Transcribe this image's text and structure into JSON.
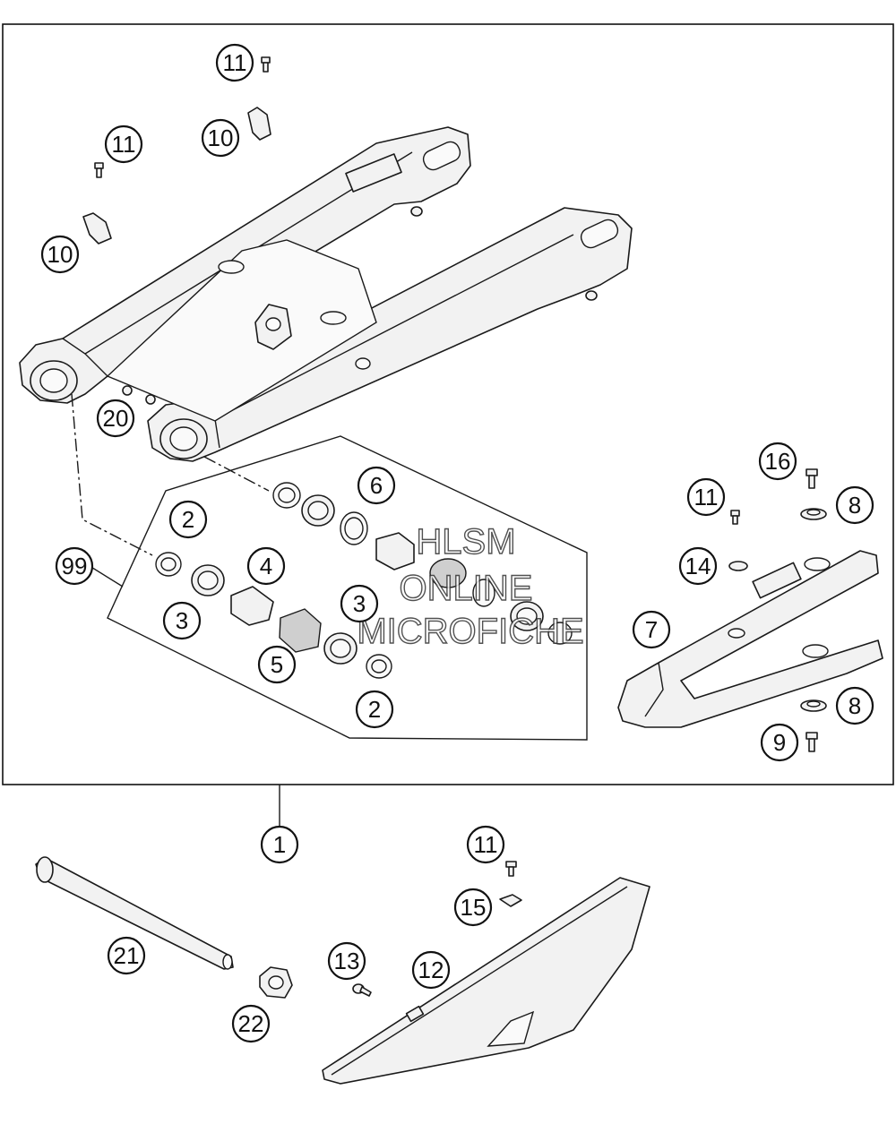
{
  "watermark": {
    "line1": "HLSM",
    "line2": "ONLINE",
    "line3": "MICROFICHE"
  },
  "callouts": {
    "c11a": "11",
    "c10a": "10",
    "c11b": "11",
    "c10b": "10",
    "c20": "20",
    "c6": "6",
    "c2a": "2",
    "c99": "99",
    "c4": "4",
    "c3a": "3",
    "c5": "5",
    "c3b": "3",
    "c2b": "2",
    "c16": "16",
    "c11c": "11",
    "c8a": "8",
    "c14": "14",
    "c7": "7",
    "c8b": "8",
    "c9": "9",
    "c1": "1",
    "c11d": "11",
    "c15": "15",
    "c21": "21",
    "c13": "13",
    "c12": "12",
    "c22": "22"
  }
}
